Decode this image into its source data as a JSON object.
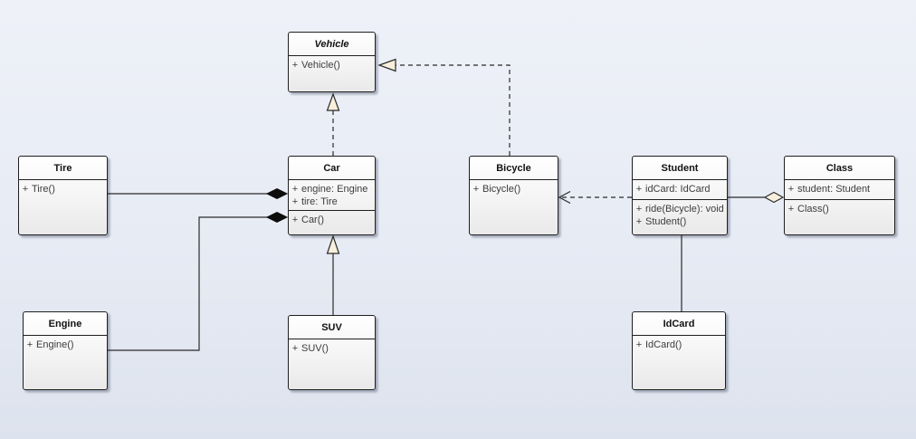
{
  "diagram": {
    "type": "uml-class-diagram",
    "colors": {
      "background_top": "#eef1f8",
      "background_bottom": "#dde3ee",
      "box_fill_top": "#ffffff",
      "box_fill_bottom": "#e9e9e9",
      "line": "#2a2a2a",
      "arrowhead_fill": "#f8f0dd",
      "composition_diamond_fill": "#0d0d0d"
    },
    "classes": [
      {
        "name": "Vehicle",
        "abstract": true,
        "attrs": [],
        "methods": [
          {
            "vis": "+",
            "text": "Vehicle()"
          }
        ]
      },
      {
        "name": "Tire",
        "abstract": false,
        "attrs": [],
        "methods": [
          {
            "vis": "+",
            "text": "Tire()"
          }
        ]
      },
      {
        "name": "Car",
        "abstract": false,
        "attrs": [
          {
            "vis": "+",
            "text": "engine: Engine"
          },
          {
            "vis": "+",
            "text": "tire: Tire"
          }
        ],
        "methods": [
          {
            "vis": "+",
            "text": "Car()"
          }
        ]
      },
      {
        "name": "Bicycle",
        "abstract": false,
        "attrs": [],
        "methods": [
          {
            "vis": "+",
            "text": "Bicycle()"
          }
        ]
      },
      {
        "name": "Student",
        "abstract": false,
        "attrs": [
          {
            "vis": "+",
            "text": "idCard: IdCard"
          }
        ],
        "methods": [
          {
            "vis": "+",
            "text": "ride(Bicycle): void"
          },
          {
            "vis": "+",
            "text": "Student()"
          }
        ]
      },
      {
        "name": "Class",
        "abstract": false,
        "attrs": [
          {
            "vis": "+",
            "text": "student: Student"
          }
        ],
        "methods": [
          {
            "vis": "+",
            "text": "Class()"
          }
        ]
      },
      {
        "name": "Engine",
        "abstract": false,
        "attrs": [],
        "methods": [
          {
            "vis": "+",
            "text": "Engine()"
          }
        ]
      },
      {
        "name": "SUV",
        "abstract": false,
        "attrs": [],
        "methods": [
          {
            "vis": "+",
            "text": "SUV()"
          }
        ]
      },
      {
        "name": "IdCard",
        "abstract": false,
        "attrs": [],
        "methods": [
          {
            "vis": "+",
            "text": "IdCard()"
          }
        ]
      }
    ],
    "connectors": [
      {
        "type": "realization",
        "from": "Car",
        "to": "Vehicle",
        "line": "dashed",
        "head": "hollow-triangle"
      },
      {
        "type": "realization",
        "from": "Bicycle",
        "to": "Vehicle",
        "line": "dashed",
        "head": "hollow-triangle"
      },
      {
        "type": "composition",
        "from": "Tire",
        "to": "Car",
        "line": "solid",
        "head": "filled-diamond"
      },
      {
        "type": "composition",
        "from": "Engine",
        "to": "Car",
        "line": "solid",
        "head": "filled-diamond"
      },
      {
        "type": "generalization",
        "from": "SUV",
        "to": "Car",
        "line": "solid",
        "head": "hollow-triangle"
      },
      {
        "type": "dependency",
        "from": "Student",
        "to": "Bicycle",
        "line": "dashed",
        "head": "open-arrow"
      },
      {
        "type": "aggregation",
        "from": "Student",
        "to": "Class",
        "line": "solid",
        "head": "hollow-diamond"
      },
      {
        "type": "association",
        "from": "Student",
        "to": "IdCard",
        "line": "solid",
        "head": "none"
      }
    ]
  }
}
